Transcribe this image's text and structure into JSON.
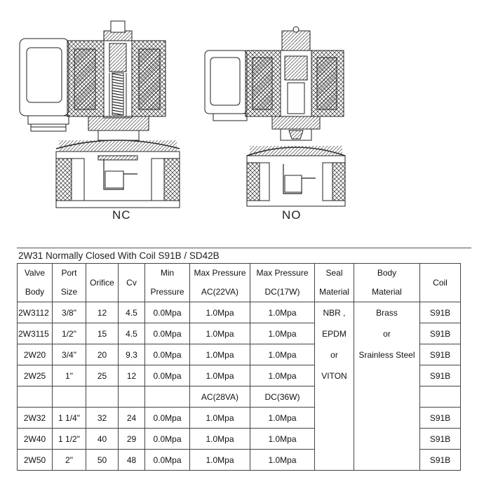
{
  "diagram": {
    "label_nc": "NC",
    "label_no": "NO"
  },
  "table": {
    "title": "2W31 Normally Closed With Coil S91B / SD42B",
    "headers": {
      "valve_body": [
        "Valve",
        "Body"
      ],
      "port_size": [
        "Port",
        "Size"
      ],
      "orifice": "Orifice",
      "cv": "Cv",
      "min_pressure": [
        "Min",
        "Pressure"
      ],
      "max_pressure_ac": [
        "Max Pressure",
        "AC(22VA)"
      ],
      "max_pressure_dc": [
        "Max Pressure",
        "DC(17W)"
      ],
      "seal_material": [
        "Seal",
        "Material"
      ],
      "body_material": [
        "Body",
        "Material"
      ],
      "coil": "Coil"
    },
    "rows_a": [
      {
        "model": "2W3112",
        "port": "3/8\"",
        "orifice": "12",
        "cv": "4.5",
        "min": "0.0Mpa",
        "ac": "1.0Mpa",
        "dc": "1.0Mpa",
        "coil": "S91B"
      },
      {
        "model": "2W3115",
        "port": "1/2\"",
        "orifice": "15",
        "cv": "4.5",
        "min": "0.0Mpa",
        "ac": "1.0Mpa",
        "dc": "1.0Mpa",
        "coil": "S91B"
      },
      {
        "model": "2W20",
        "port": "3/4\"",
        "orifice": "20",
        "cv": "9.3",
        "min": "0.0Mpa",
        "ac": "1.0Mpa",
        "dc": "1.0Mpa",
        "coil": "S91B"
      },
      {
        "model": "2W25",
        "port": "1\"",
        "orifice": "25",
        "cv": "12",
        "min": "0.0Mpa",
        "ac": "1.0Mpa",
        "dc": "1.0Mpa",
        "coil": "S91B"
      }
    ],
    "sub_header": {
      "ac": "AC(28VA)",
      "dc": "DC(36W)"
    },
    "rows_b": [
      {
        "model": "2W32",
        "port": "1 1/4\"",
        "orifice": "32",
        "cv": "24",
        "min": "0.0Mpa",
        "ac": "1.0Mpa",
        "dc": "1.0Mpa",
        "coil": "S91B"
      },
      {
        "model": "2W40",
        "port": "1 1/2\"",
        "orifice": "40",
        "cv": "29",
        "min": "0.0Mpa",
        "ac": "1.0Mpa",
        "dc": "1.0Mpa",
        "coil": "S91B"
      },
      {
        "model": "2W50",
        "port": "2\"",
        "orifice": "50",
        "cv": "48",
        "min": "0.0Mpa",
        "ac": "1.0Mpa",
        "dc": "1.0Mpa",
        "coil": "S91B"
      }
    ],
    "seal_lines": [
      "NBR ,",
      "EPDM",
      "or",
      "VITON"
    ],
    "body_lines": [
      "Brass",
      "or",
      "Srainless Steel"
    ]
  }
}
